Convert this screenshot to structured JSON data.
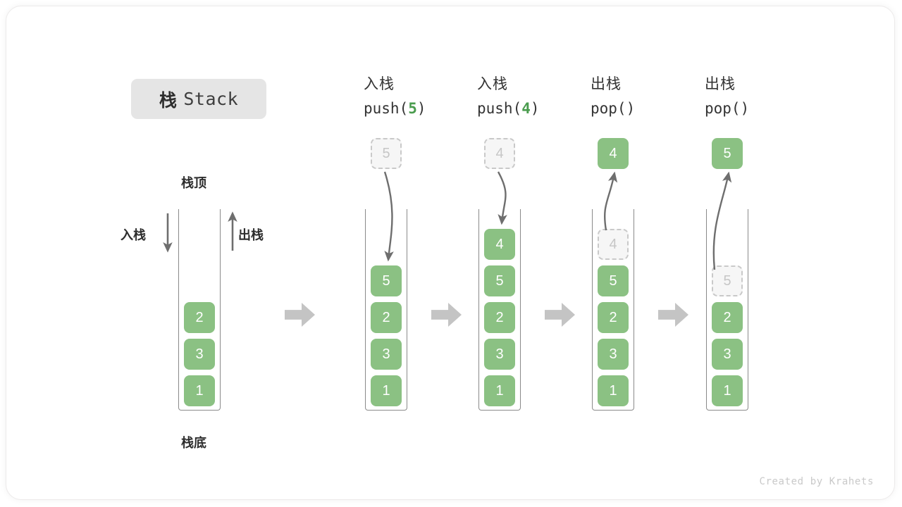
{
  "diagram": {
    "title_cn": "栈",
    "title_en": "Stack",
    "bottom_label": "栈底",
    "top_label": "栈顶",
    "push_label": "入栈",
    "pop_label": "出栈",
    "watermark": "Created by Krahets",
    "colors": {
      "element": "#8bc183",
      "element_text": "#ffffff",
      "ghost_fill": "#f6f6f6",
      "ghost_border": "#c9c9c9",
      "ghost_text": "#c6c6c6",
      "arrow": "#6e6e6e",
      "flow_arrow": "#c4c4c4",
      "badge_bg": "#e5e5e5",
      "accent_green": "#4a9c4e",
      "container_border": "#8a8a8a"
    }
  },
  "initial_stack": {
    "name": "initial",
    "values": [
      "2",
      "3",
      "1"
    ],
    "top_label": "栈顶",
    "bottom_label": "栈底",
    "in_label": "入栈",
    "out_label": "出栈"
  },
  "steps": [
    {
      "id": "push-5",
      "op_cn": "入栈",
      "op_code_prefix": "push(",
      "op_code_arg": "5",
      "op_code_suffix": ")",
      "floating_value": "5",
      "floating_style": "ghost",
      "arrow_direction": "down",
      "stack_values": [
        "5",
        "2",
        "3",
        "1"
      ],
      "ghost_index": -1
    },
    {
      "id": "push-4",
      "op_cn": "入栈",
      "op_code_prefix": "push(",
      "op_code_arg": "4",
      "op_code_suffix": ")",
      "floating_value": "4",
      "floating_style": "ghost",
      "arrow_direction": "down",
      "stack_values": [
        "4",
        "5",
        "2",
        "3",
        "1"
      ],
      "ghost_index": -1
    },
    {
      "id": "pop-4",
      "op_cn": "出栈",
      "op_code_prefix": "pop(",
      "op_code_arg": "",
      "op_code_suffix": ")",
      "floating_value": "4",
      "floating_style": "solid",
      "arrow_direction": "up",
      "stack_values": [
        "4",
        "5",
        "2",
        "3",
        "1"
      ],
      "ghost_index": 0
    },
    {
      "id": "pop-5",
      "op_cn": "出栈",
      "op_code_prefix": "pop(",
      "op_code_arg": "",
      "op_code_suffix": ")",
      "floating_value": "5",
      "floating_style": "solid",
      "arrow_direction": "up",
      "stack_values": [
        "5",
        "2",
        "3",
        "1"
      ],
      "ghost_index": 0
    }
  ],
  "flow_arrows": [
    "flow-arrow-1",
    "flow-arrow-2",
    "flow-arrow-3",
    "flow-arrow-4"
  ]
}
